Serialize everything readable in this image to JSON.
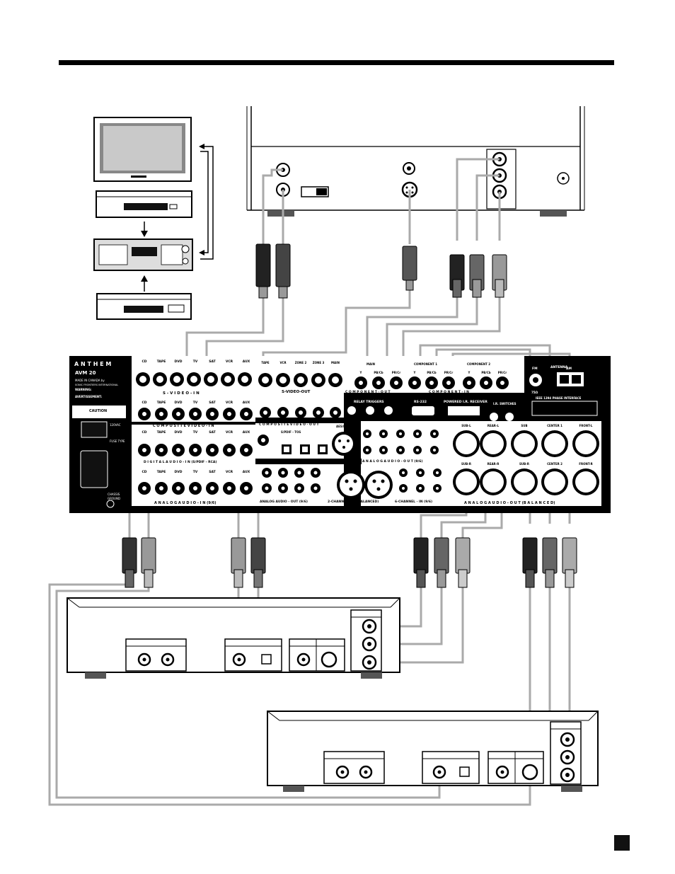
{
  "panel": {
    "brand": "A N T H E M",
    "model": "AVM 20",
    "made_in": "MADE IN CANADA by",
    "maker": "SONIC FRONTIERS INTERNATIONAL",
    "warning": "WARNING:",
    "avertissement": "AVERTISSEMENT:",
    "caution": "CAUTION",
    "power_rating": "120VAC",
    "fuse": "FUSE TYPE",
    "chassis": "CHASSIS",
    "ground": "GROUND"
  },
  "sections": {
    "svideo_in": "S - V I D E O - I N",
    "svideo_out": "S-VIDEO-OUT",
    "component_out": "C O M P O N E N T - O U T",
    "component_in": "C O M P O N E N T - I N",
    "composite_in": "C O M P O S I T E   V I D E O - I N",
    "composite_out": "C O M P O S I T E   V I D E O - O U T",
    "digital_in_rca": "D I G I T A L   A U D I O - I N  (S/PDIF - RCA)",
    "digital_in": "DIGITAL AUDIO - IN",
    "analog_in": "A N A L O G   A U D I O - I N  (9/6)",
    "analog_out_96": "ANALOG AUDIO - OUT (9/6)",
    "two_ch_in": "2-CHANNEL - IN (BALANCED)",
    "six_ch_in": "6-CHANNEL - IN (9/6)",
    "analog_out_96b": "A N A L O G   A U D I O - O U T  (9/6)",
    "analog_out_bal": "A N A L O G   A U D I O - O U T  (B A L A N C E D)",
    "relay": "RELAY TRIGGERS",
    "rs232": "RS-232",
    "powered_ir": "POWERED I.R. RECEIVER",
    "ir_switches": "I.R. SWITCHES",
    "antenna": "ANTENNA",
    "fm": "FM",
    "am": "AM",
    "ohm75": "75Ω",
    "ieee": "IEEE 1394 PHASE INTERFACE",
    "spdif_tos": "S/PDIF - TOS",
    "aes": "AES/EBU",
    "main": "MAIN",
    "component1": "COMPONENT 1",
    "component2": "COMPONENT 2"
  },
  "sources": [
    "CD",
    "TAPE",
    "DVD",
    "TV",
    "SAT",
    "VCR",
    "AUX"
  ],
  "svideo_out_labels": [
    "TAPE",
    "VCR",
    "ZONE 2",
    "ZONE 3",
    "MAIN"
  ],
  "comp_labels": [
    "Y",
    "PB/Cb",
    "PR/Cr"
  ],
  "bal_top": [
    "SUB-L",
    "REAR-L",
    "SUB",
    "CENTER 1",
    "FRONT-L"
  ],
  "bal_bot": [
    "SUB-R",
    "REAR-R",
    "SUB-R",
    "CENTER 2",
    "FRONT-R"
  ]
}
